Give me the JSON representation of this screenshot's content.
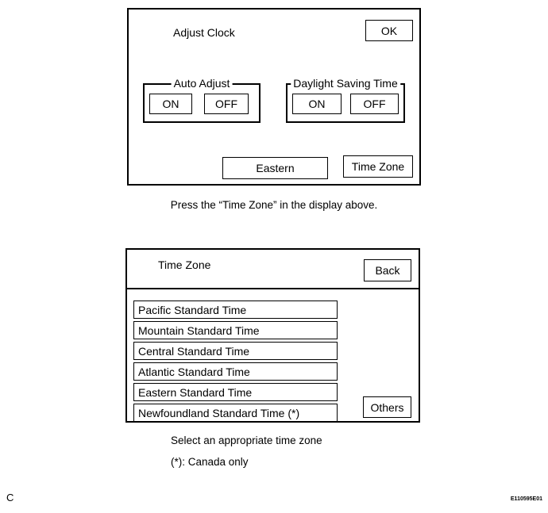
{
  "screen1": {
    "title": "Adjust Clock",
    "ok_button": "OK",
    "groups": [
      {
        "legend": "Auto Adjust",
        "on": "ON",
        "off": "OFF"
      },
      {
        "legend": "Daylight Saving Time",
        "on": "ON",
        "off": "OFF"
      }
    ],
    "eastern_button": "Eastern",
    "time_zone_button": "Time Zone"
  },
  "caption_between": "Press the “Time Zone” in the display above.",
  "screen2": {
    "title": "Time Zone",
    "back_button": "Back",
    "zones": [
      "Pacific Standard Time",
      "Mountain Standard Time",
      "Central Standard Time",
      "Atlantic Standard Time",
      "Eastern Standard Time",
      "Newfoundland Standard Time (*)"
    ],
    "others_button": "Others"
  },
  "caption_select": "Select an appropriate time zone",
  "caption_note": "(*): Canada only",
  "footer": {
    "page_marker": "C",
    "figure_code": "E110595E01"
  }
}
